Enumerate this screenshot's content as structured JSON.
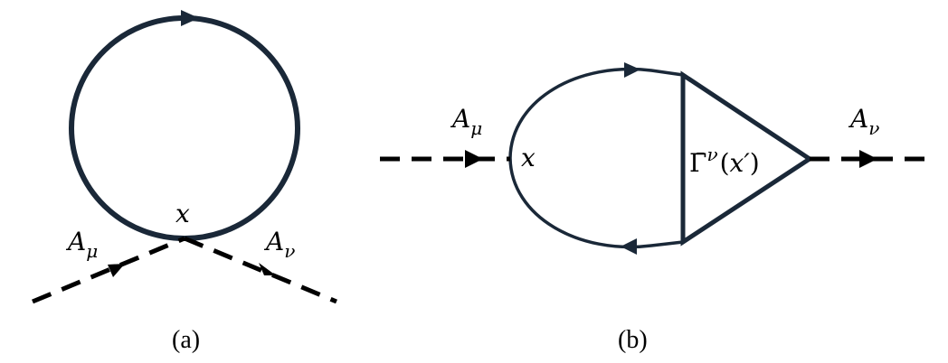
{
  "panel_a": {
    "vertex_label": "x",
    "left_field": {
      "base": "A",
      "sub": "μ"
    },
    "right_field": {
      "base": "A",
      "sub": "ν"
    },
    "caption": "(a)"
  },
  "panel_b": {
    "vertex_label": "x",
    "left_field": {
      "base": "A",
      "sub": "μ"
    },
    "right_field": {
      "base": "A",
      "sub": "ν"
    },
    "vertex_function": {
      "base": "Γ̄",
      "sup": "ν",
      "arg_open": "(",
      "arg": "x′",
      "arg_close": ")"
    },
    "caption": "(b)"
  },
  "colors": {
    "loop": "#1a2838",
    "dashed": "#000000"
  }
}
